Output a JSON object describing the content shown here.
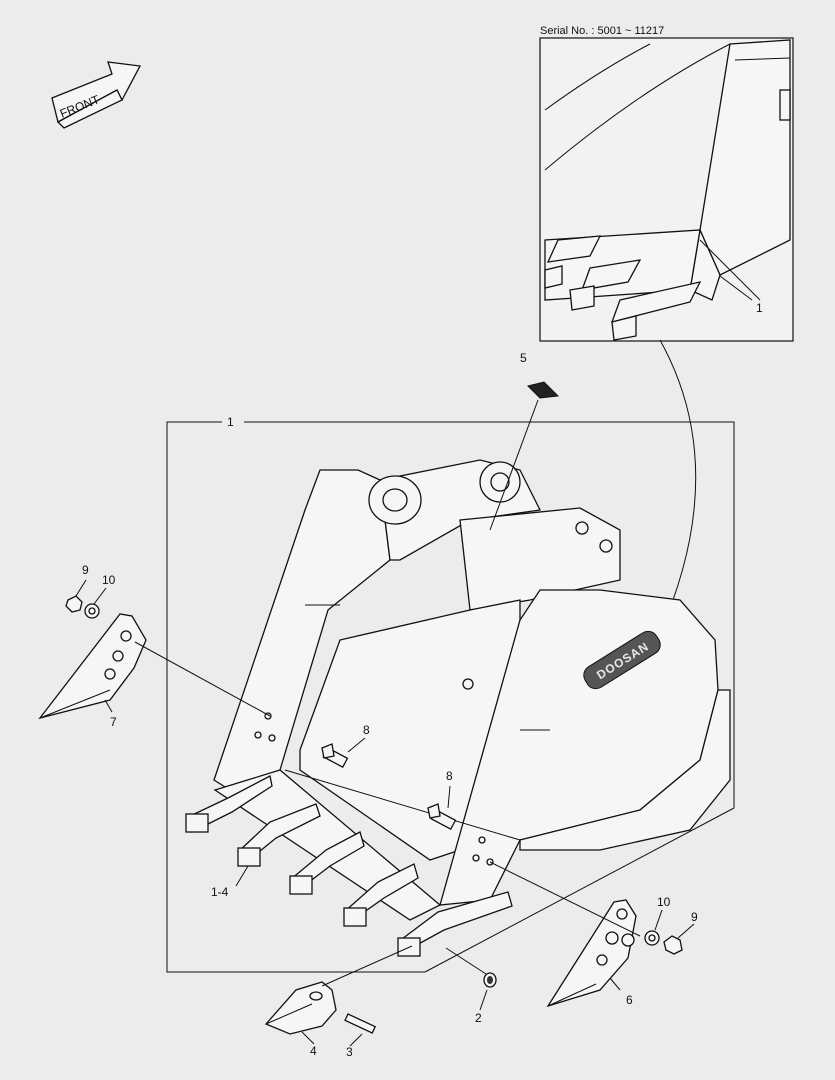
{
  "serial": "Serial No. : 5001 ~ 11217",
  "front_label": "FRONT",
  "brand_text": "DOOSAN",
  "callouts": {
    "inset_bucket": "1",
    "main_bucket": "1",
    "item_1_4": "1-4",
    "item_2": "2",
    "item_3": "3",
    "item_4": "4",
    "item_5": "5",
    "item_6": "6",
    "item_7": "7",
    "item_8_left": "8",
    "item_8_right": "8",
    "item_9_left": "9",
    "item_9_right": "9",
    "item_10_left": "10",
    "item_10_right": "10"
  }
}
